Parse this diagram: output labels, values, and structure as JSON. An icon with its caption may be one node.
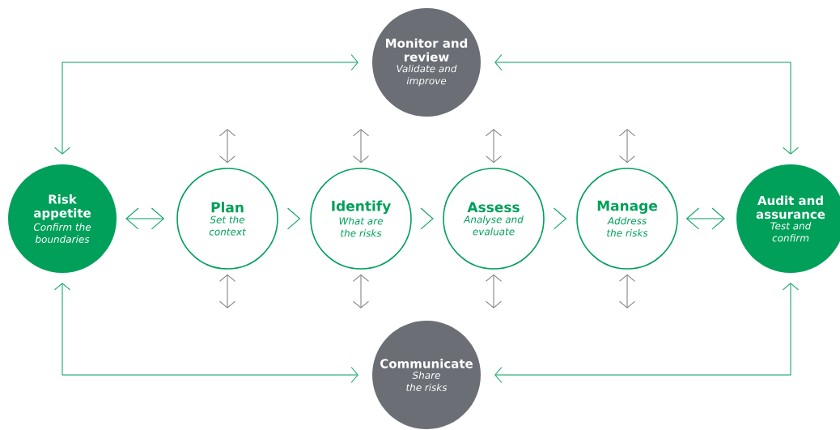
{
  "diagram": {
    "nodes": [
      {
        "text": [
          "Monitor and review",
          "Validate and improve"
        ]
      },
      {
        "text": [
          "Risk appetite",
          "Confirm the boundaries"
        ]
      },
      {
        "text": [
          "Plan",
          "Set the context"
        ]
      },
      {
        "text": [
          "Identify",
          "What are the risks"
        ]
      },
      {
        "text": [
          "Assess",
          "Analyse and evaluate"
        ]
      },
      {
        "text": [
          "Manage",
          "Address the risks"
        ]
      },
      {
        "text": [
          "Audit and assurance",
          "Test and confirm"
        ]
      },
      {
        "text": [
          "Communicate",
          "Share the risks"
        ]
      }
    ],
    "edges": [
      {
        "from": 1,
        "to": 0,
        "arrow": "both"
      },
      {
        "from": 6,
        "to": 0,
        "arrow": "both"
      },
      {
        "from": 1,
        "to": 7,
        "arrow": "both"
      },
      {
        "from": 6,
        "to": 7,
        "arrow": "both"
      },
      {
        "from": 1,
        "to": 2,
        "arrow": "both"
      },
      {
        "from": 2,
        "to": 3,
        "arrow": "to"
      },
      {
        "from": 3,
        "to": 4,
        "arrow": "to"
      },
      {
        "from": 4,
        "to": 5,
        "arrow": "to"
      },
      {
        "from": 5,
        "to": 6,
        "arrow": "both"
      },
      {
        "from": null,
        "to": 2,
        "arrow": "both",
        "color": "#77797d"
      },
      {
        "from": null,
        "to": 3,
        "arrow": "both",
        "color": "#77797d"
      },
      {
        "from": null,
        "to": 4,
        "arrow": "both",
        "color": "#77797d"
      },
      {
        "from": null,
        "to": 5,
        "arrow": "both",
        "color": "#77797d"
      },
      {
        "from": 2,
        "to": null,
        "arrow": "both",
        "color": "#77797d"
      },
      {
        "from": 3,
        "to": null,
        "arrow": "both",
        "color": "#77797d"
      },
      {
        "from": 4,
        "to": null,
        "arrow": "both",
        "color": "#77797d"
      },
      {
        "from": 5,
        "to": null,
        "arrow": "both",
        "color": "#77797d"
      }
    ]
  }
}
